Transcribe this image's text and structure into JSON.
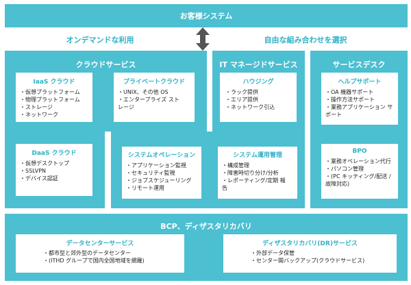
{
  "top_band": {
    "title": "お客様システム"
  },
  "choice": {
    "left_label": "オンデマンドな利用",
    "right_label": "自由な組み合わせを選択"
  },
  "cloud": {
    "title": "クラウドサービス",
    "iaas": {
      "title": "IaaS クラウド",
      "items": [
        "仮想プラットフォーム",
        "物理プラットフォーム",
        "ストレージ",
        "ネットワーク"
      ]
    },
    "private": {
      "title": "プライベートクラウド",
      "items": [
        "UNIX、その他 OS",
        "エンタープライズ ストレージ"
      ]
    },
    "daas": {
      "title": "DaaS クラウド",
      "items": [
        "仮想デスクトップ",
        "SSLVPN",
        "デバイス認証"
      ]
    }
  },
  "it_managed": {
    "title": "IT マネージドサービス",
    "housing": {
      "title": "ハウジング",
      "items": [
        "ラック提供",
        "エリア提供",
        "ネットワーク引込"
      ]
    },
    "sysop": {
      "title": "システムオペレーション",
      "items": [
        "アプリケーション監視",
        "セキュリティ監視",
        "ジョブスケジューリング",
        "リモート運用"
      ]
    },
    "sysmgmt": {
      "title": "システム運用管理",
      "items": [
        "構成管理",
        "障害時切り分け/分析",
        "レポーティング/定期 報告"
      ]
    }
  },
  "service_desk": {
    "title": "サービスデスク",
    "helpdesk": {
      "title": "ヘルプサポート",
      "items": [
        "OA 機器サポート",
        "操作方法サポート",
        "業務アプリケーション サポート"
      ]
    },
    "bpo": {
      "title": "BPO",
      "items": [
        "業務オペレーション代行",
        "パソコン管理",
        "(PC キッティング/配送 /故障対応)"
      ]
    }
  },
  "bcp": {
    "title": "BCP、ディザスタリカバリ",
    "dc": {
      "title": "データセンターサービス",
      "items": [
        "都市型と郊外型のデータセンター",
        "(ITHD グループで国内全国地域を網羅)"
      ]
    },
    "dr": {
      "title": "ディザスタリカバリ(DR)サービス",
      "items": [
        "外部データ保管",
        "センター間バックアップ(クラウドサービス)"
      ]
    }
  },
  "colors": {
    "band": "#4cbfd1",
    "accent": "#2fb1c6",
    "arrow": "#555555",
    "text": "#222222"
  },
  "icons": {
    "arrow": "up-down-arrow-icon"
  }
}
